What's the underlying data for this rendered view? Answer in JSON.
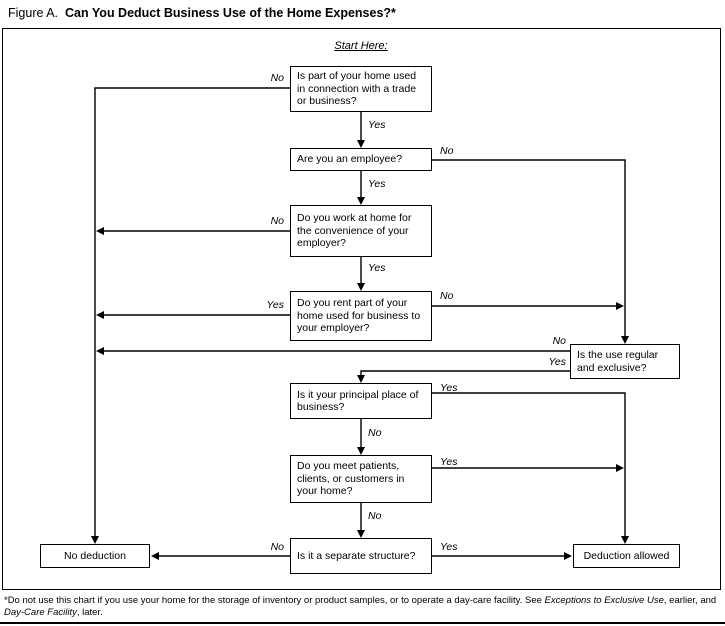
{
  "figure": {
    "label": "Figure A.",
    "title": "Can You Deduct Business Use of the Home Expenses?*"
  },
  "start_here": "Start Here:",
  "nodes": {
    "home_business_use": "Is part of your home used in connection with a trade or business?",
    "employee": "Are you an employee?",
    "work_convenience": "Do you work at home for the convenience of your employer?",
    "rent_to_employer": "Do you rent part of your home used for business to your employer?",
    "regular_exclusive": "Is the use regular and exclusive?",
    "principal_place": "Is it your principal place of business?",
    "meet_patients": "Do you meet patients, clients, or customers in your home?",
    "separate_structure": "Is it a separate structure?",
    "no_deduction": "No deduction",
    "deduction_allowed": "Deduction allowed"
  },
  "answers": {
    "yes": "Yes",
    "no": "No"
  },
  "footnote": {
    "text_1": "*Do not use this chart if you use your home for the storage of inventory or product samples, or to operate a day-care facility. See ",
    "italic_1": "Exceptions to Exclusive Use",
    "text_2": ", earlier, and ",
    "italic_2": "Day-Care Facility",
    "text_3": ", later."
  }
}
